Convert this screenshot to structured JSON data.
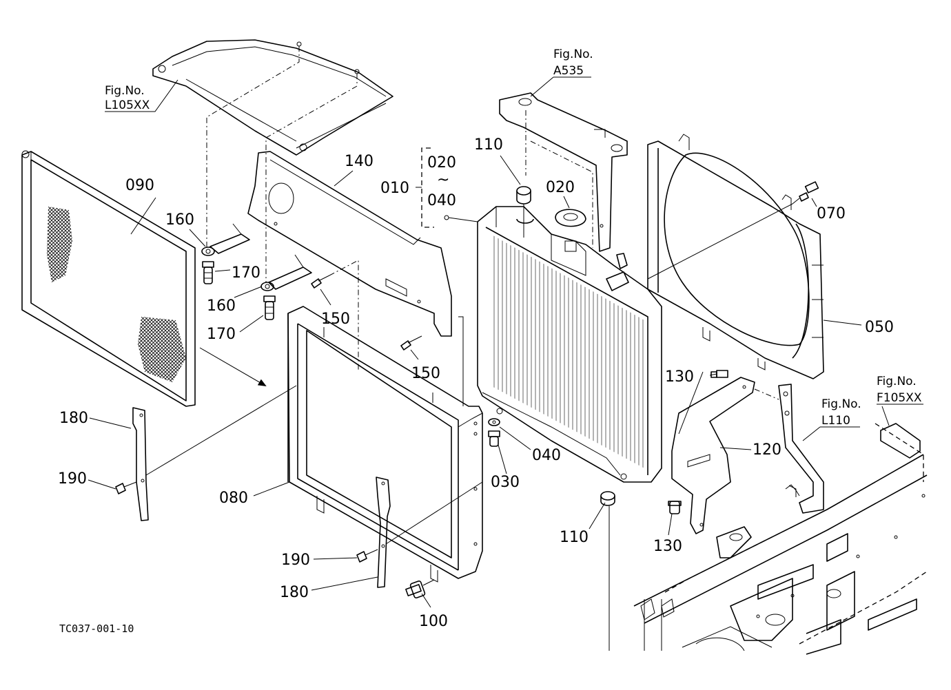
{
  "figure": {
    "code": "TC037-001-10"
  },
  "fig_refs": [
    {
      "key": "l105",
      "label": "Fig.No.",
      "number": "L105XX"
    },
    {
      "key": "a535",
      "label": "Fig.No.",
      "number": "A535"
    },
    {
      "key": "l110",
      "label": "Fig.No.",
      "number": "L110"
    },
    {
      "key": "f105",
      "label": "Fig.No.",
      "number": "F105XX"
    }
  ],
  "callouts": {
    "p010": "010",
    "p020a": "020",
    "tilde": "~",
    "p040a": "040",
    "p020b": "020",
    "p030": "030",
    "p040b": "040",
    "p050": "050",
    "p070": "070",
    "p080": "080",
    "p090": "090",
    "p100": "100",
    "p110a": "110",
    "p110b": "110",
    "p120": "120",
    "p130a": "130",
    "p130b": "130",
    "p140": "140",
    "p150a": "150",
    "p150b": "150",
    "p160a": "160",
    "p160b": "160",
    "p170a": "170",
    "p170b": "170",
    "p180a": "180",
    "p180b": "180",
    "p190a": "190",
    "p190b": "190"
  }
}
